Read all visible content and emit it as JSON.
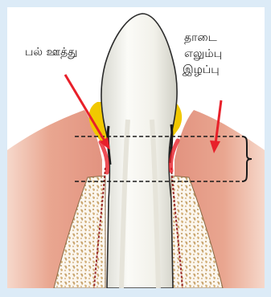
{
  "labels": {
    "plaque": "பல் ஊத்து",
    "bone_loss_line1": "தாடை",
    "bone_loss_line2": "எலும்பு",
    "bone_loss_line3": "இழப்பு"
  },
  "colors": {
    "background_border": "#dcebf7",
    "arrow": "#e8202a",
    "gum": "#e8a48e",
    "bone": "#d9b98a",
    "tooth": "#f4f3ec",
    "plaque": "#f1c800"
  }
}
